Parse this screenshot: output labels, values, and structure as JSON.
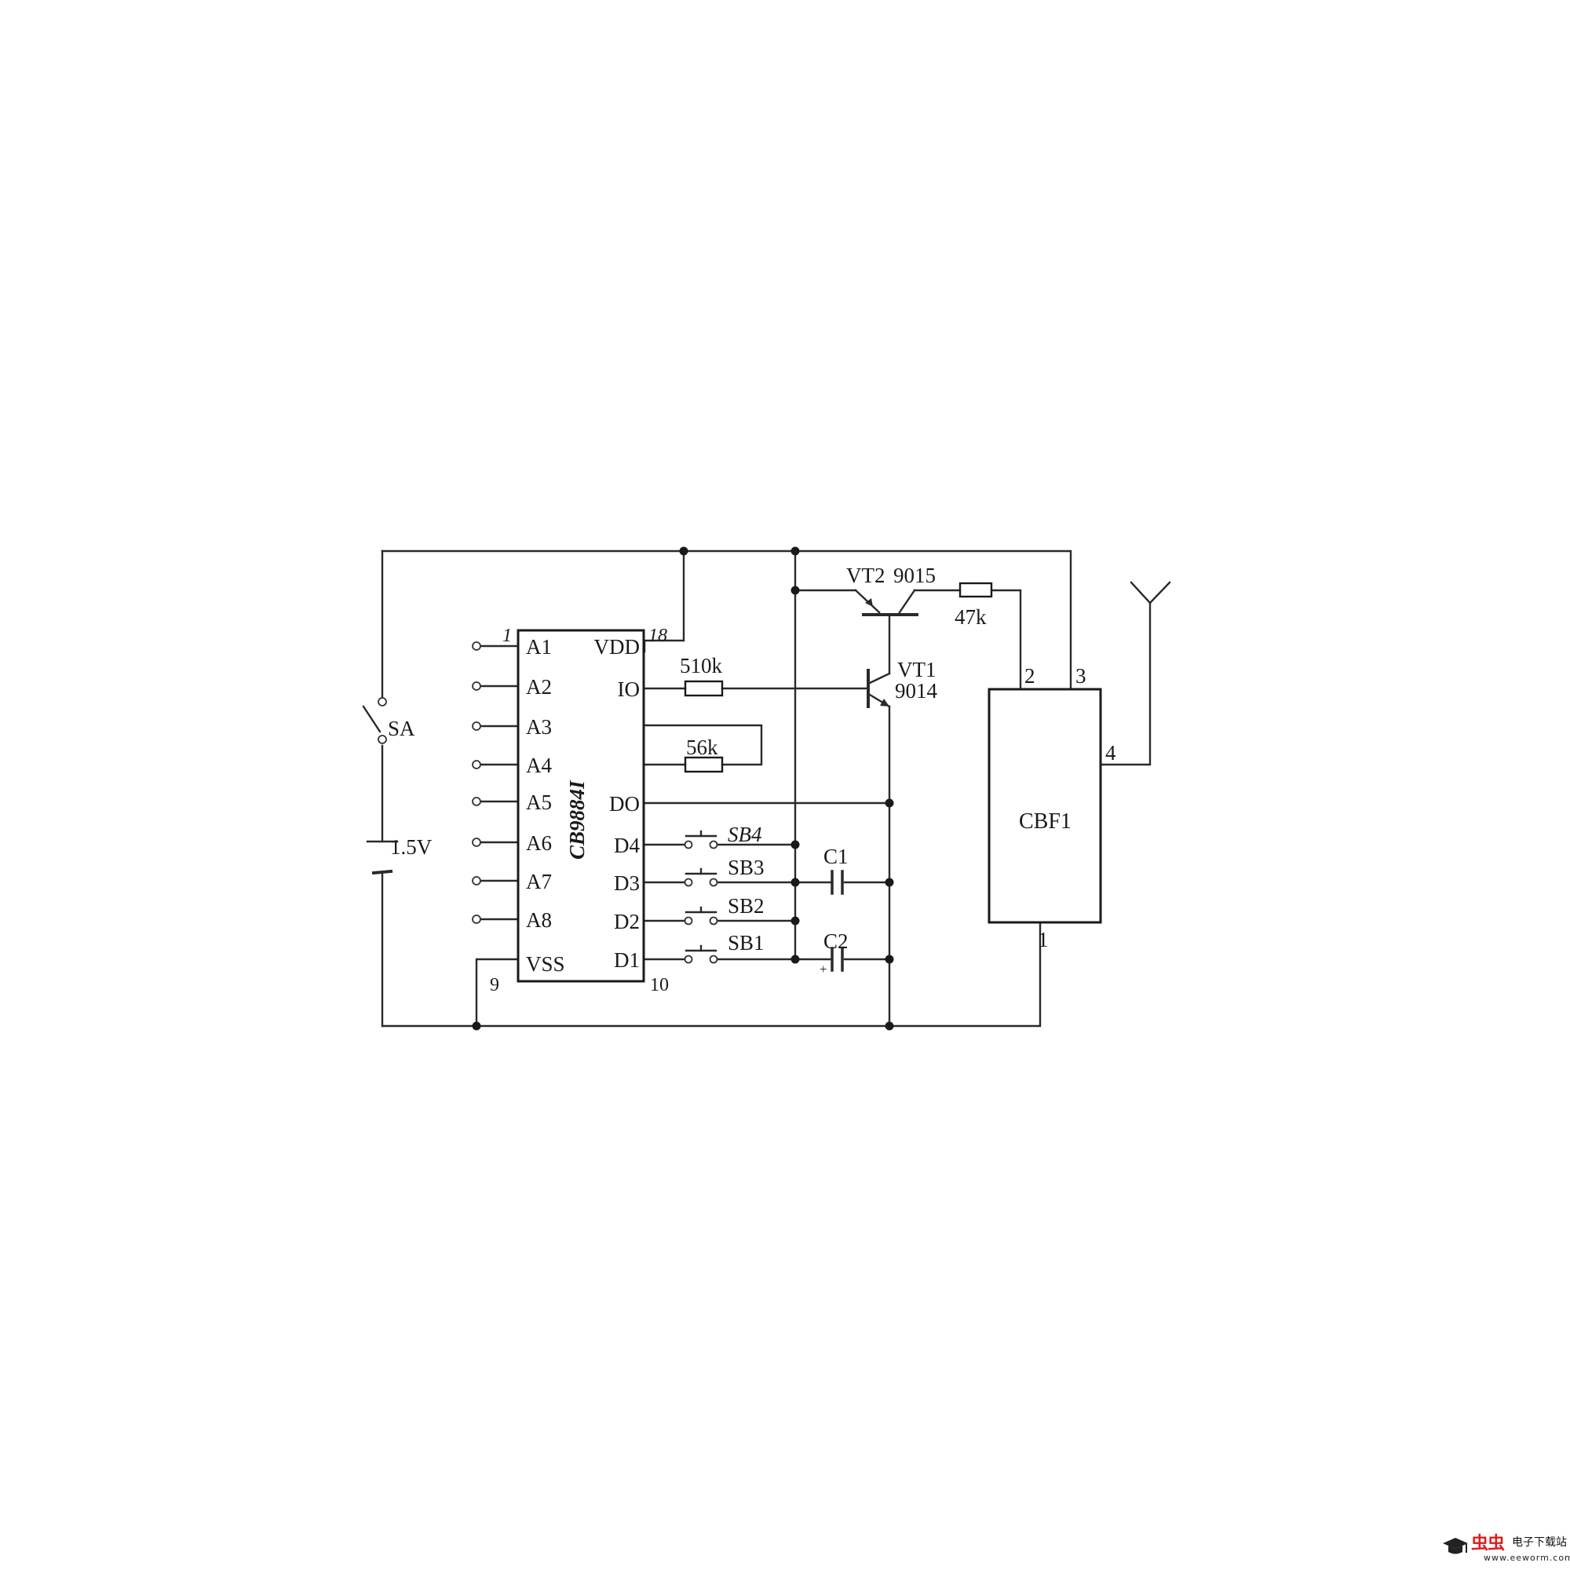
{
  "ic": {
    "name": "CB9884I",
    "pins_left": [
      "A1",
      "A2",
      "A3",
      "A4",
      "A5",
      "A6",
      "A7",
      "A8",
      "VSS"
    ],
    "pins_right": [
      "VDD",
      "IO",
      "DO",
      "D4",
      "D3",
      "D2",
      "D1"
    ],
    "pin_numbers": {
      "top_left": "1",
      "top_right": "18",
      "bottom_left": "9",
      "bottom_right": "10"
    }
  },
  "module": {
    "name": "CBF1",
    "pins": {
      "p1": "1",
      "p2": "2",
      "p3": "3",
      "p4": "4"
    }
  },
  "components": {
    "switch": "SA",
    "battery": "1.5V",
    "r_510k": "510k",
    "r_56k": "56k",
    "r_47k": "47k",
    "vt1_name": "VT1",
    "vt1_type": "9014",
    "vt2_name": "VT2",
    "vt2_type": "9015",
    "c1": "C1",
    "c2": "C2",
    "c2_polarity": "+",
    "sb4": "SB4",
    "sb3": "SB3",
    "sb2": "SB2",
    "sb1": "SB1"
  },
  "watermark": {
    "brand": "虫虫",
    "site": "电子下载站",
    "url": "www.eeworm.com"
  }
}
